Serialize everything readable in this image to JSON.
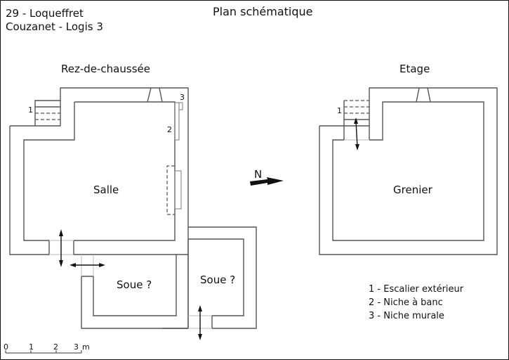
{
  "header": {
    "location_line1": "29 - Loqueffret",
    "location_line2": "Couzanet - Logis 3",
    "title": "Plan schématique"
  },
  "plans": {
    "ground_floor": {
      "title": "Rez-de-chaussée",
      "rooms": [
        "Salle",
        "Soue ?",
        "Soue ?"
      ],
      "markers": [
        "1",
        "2",
        "3"
      ]
    },
    "upper_floor": {
      "title": "Etage",
      "rooms": [
        "Grenier"
      ],
      "markers": [
        "1"
      ]
    }
  },
  "north_arrow": {
    "label": "N",
    "direction": "right"
  },
  "legend": {
    "items": [
      "1 - Escalier extérieur",
      "2 - Niche à banc",
      "3 - Niche murale"
    ]
  },
  "scale_bar": {
    "ticks": [
      "0",
      "1",
      "2",
      "3"
    ],
    "unit": "m"
  }
}
